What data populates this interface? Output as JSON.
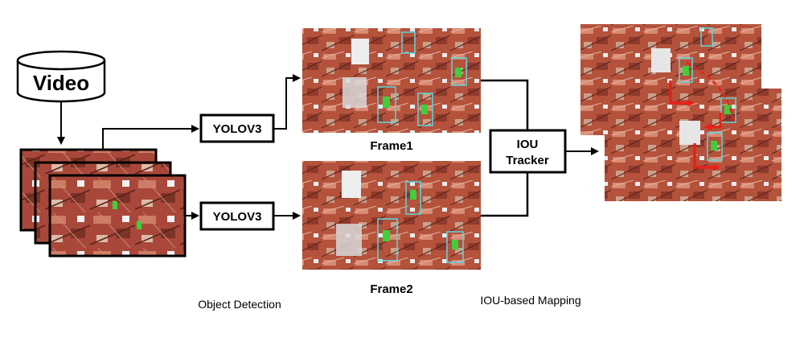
{
  "diagram": {
    "video_label": "Video",
    "detector_top_label": "YOLOV3",
    "detector_bottom_label": "YOLOV3",
    "frame1_label": "Frame1",
    "frame2_label": "Frame2",
    "tracker_line1": "IOU",
    "tracker_line2": "Tracker",
    "caption_detection": "Object Detection",
    "caption_mapping": "IOU-based Mapping"
  },
  "colors": {
    "line": "#000000",
    "site_base": "#b4523c",
    "site_light": "#d98a72",
    "site_dark": "#6e2c22",
    "detection_box": "#5bd6e0",
    "worker": "#3fcf3a",
    "track_arrow": "#e8201a"
  }
}
